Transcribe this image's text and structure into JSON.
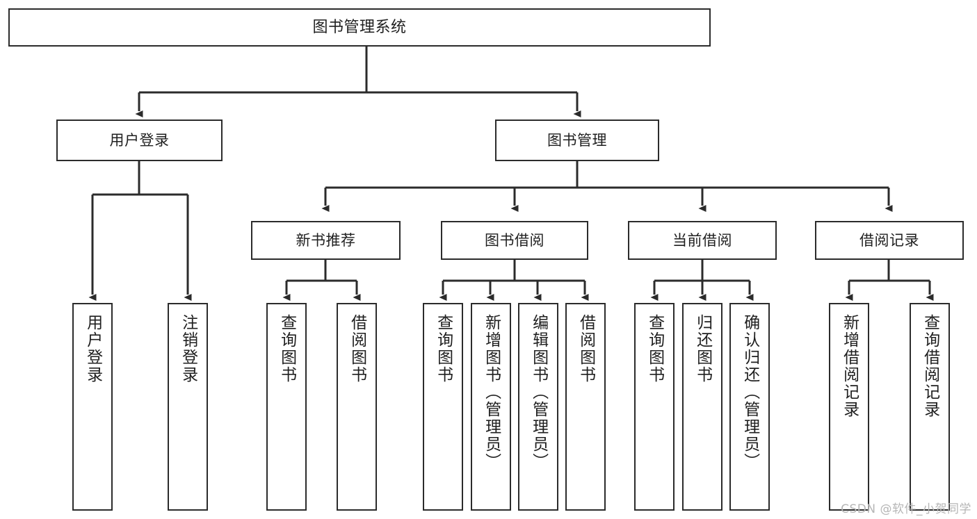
{
  "diagram": {
    "title": "图书管理系统",
    "type": "hierarchy-tree",
    "watermark": "CSDN @软件_小贺同学",
    "colors": {
      "background": "#ffffff",
      "node_border": "#2b2b2b",
      "node_fill": "#ffffff",
      "edge": "#2b2b2b",
      "text": "#1f1f1f",
      "watermark": "#b6b6b6"
    },
    "nodes": {
      "root": {
        "label": "图书管理系统"
      },
      "level1": [
        {
          "label": "用户登录"
        },
        {
          "label": "图书管理"
        }
      ],
      "level2": [
        {
          "label": "新书推荐"
        },
        {
          "label": "图书借阅"
        },
        {
          "label": "当前借阅"
        },
        {
          "label": "借阅记录"
        }
      ],
      "leaves": [
        {
          "label": "用户登录",
          "parent": "用户登录"
        },
        {
          "label": "注销登录",
          "parent": "用户登录"
        },
        {
          "label": "查询图书",
          "parent": "新书推荐"
        },
        {
          "label": "借阅图书",
          "parent": "新书推荐"
        },
        {
          "label": "查询图书",
          "parent": "图书借阅"
        },
        {
          "label": "新增图书（管理员）",
          "parent": "图书借阅"
        },
        {
          "label": "编辑图书（管理员）",
          "parent": "图书借阅"
        },
        {
          "label": "借阅图书",
          "parent": "图书借阅"
        },
        {
          "label": "查询图书",
          "parent": "当前借阅"
        },
        {
          "label": "归还图书",
          "parent": "当前借阅"
        },
        {
          "label": "确认归还（管理员）",
          "parent": "当前借阅"
        },
        {
          "label": "新增借阅记录",
          "parent": "借阅记录"
        },
        {
          "label": "查询借阅记录",
          "parent": "借阅记录"
        }
      ]
    }
  }
}
